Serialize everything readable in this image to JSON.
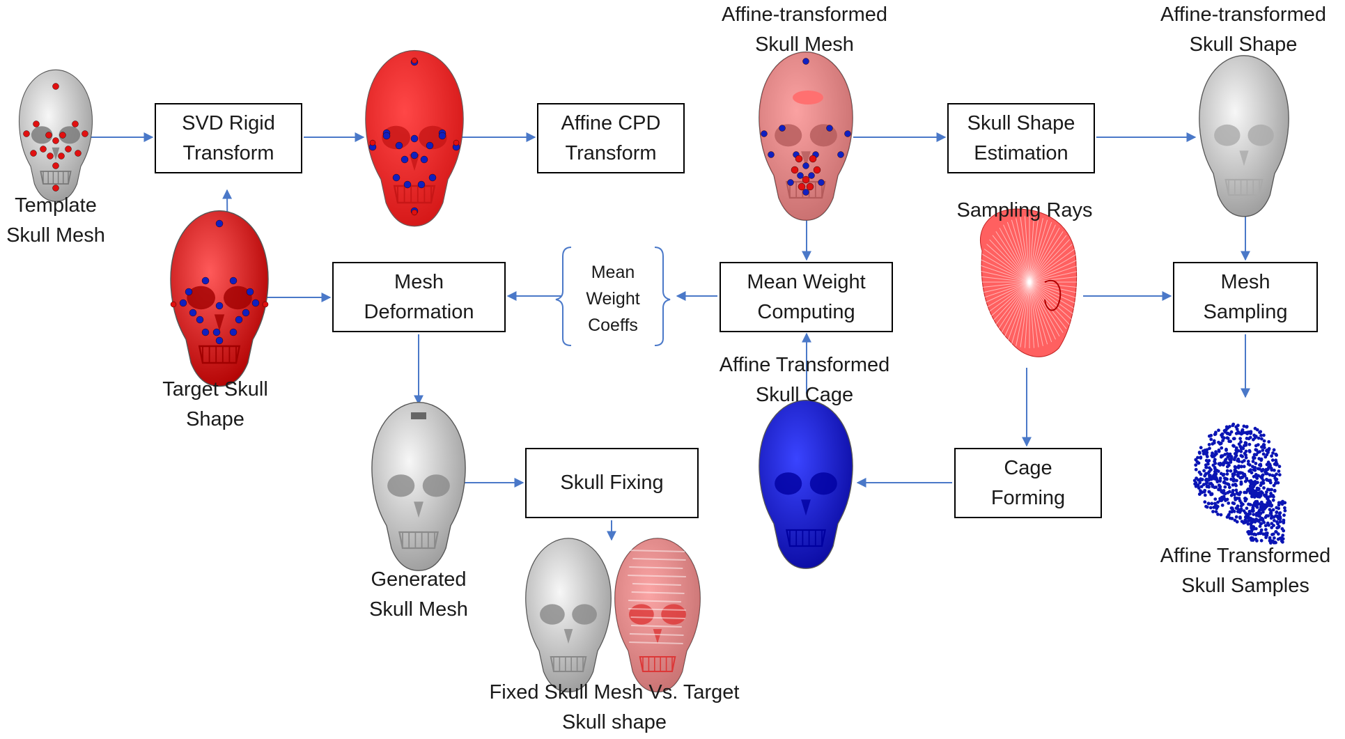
{
  "colors": {
    "arrow": "#4a78c8",
    "landmark_red": "#e01010",
    "landmark_blue": "#1020c0",
    "skull_red": "#e81010",
    "cage_blue": "#0a10d8",
    "samples_blue": "#0a14b4"
  },
  "process_boxes": {
    "svd": [
      "SVD Rigid",
      "Transform"
    ],
    "affine_cpd": [
      "Affine CPD",
      "Transform"
    ],
    "shape_est": [
      "Skull Shape",
      "Estimation"
    ],
    "mesh_sampling": [
      "Mesh",
      "Sampling"
    ],
    "mean_weight": [
      "Mean Weight",
      "Computing"
    ],
    "mesh_deformation": [
      "Mesh",
      "Deformation"
    ],
    "cage_forming": [
      "Cage",
      "Forming"
    ],
    "skull_fixing": [
      "Skull Fixing"
    ]
  },
  "labels": {
    "template": [
      "Template",
      "Skull Mesh"
    ],
    "affine_mesh": [
      "Affine-transformed",
      "Skull Mesh"
    ],
    "affine_shape": [
      "Affine-transformed",
      "Skull Shape"
    ],
    "target": [
      "Target Skull",
      "Shape"
    ],
    "sampling_rays": [
      "Sampling Rays"
    ],
    "affine_cage": [
      "Affine Transformed",
      "Skull Cage"
    ],
    "affine_samples": [
      "Affine Transformed",
      "Skull Samples"
    ],
    "generated": [
      "Generated",
      "Skull Mesh"
    ],
    "fixed": [
      "Fixed Skull Mesh Vs. Target",
      "Skull shape"
    ]
  },
  "coeffs": [
    "Mean",
    "Weight",
    "Coeffs"
  ],
  "images": [
    "template-skull-mesh-image",
    "rigid-aligned-skulls-image",
    "affine-skull-mesh-image",
    "affine-skull-shape-image",
    "target-skull-shape-image",
    "sampling-rays-image",
    "affine-skull-cage-image",
    "affine-skull-samples-image",
    "generated-skull-mesh-image",
    "fixed-skull-mesh-image",
    "target-comparison-skull-image"
  ]
}
